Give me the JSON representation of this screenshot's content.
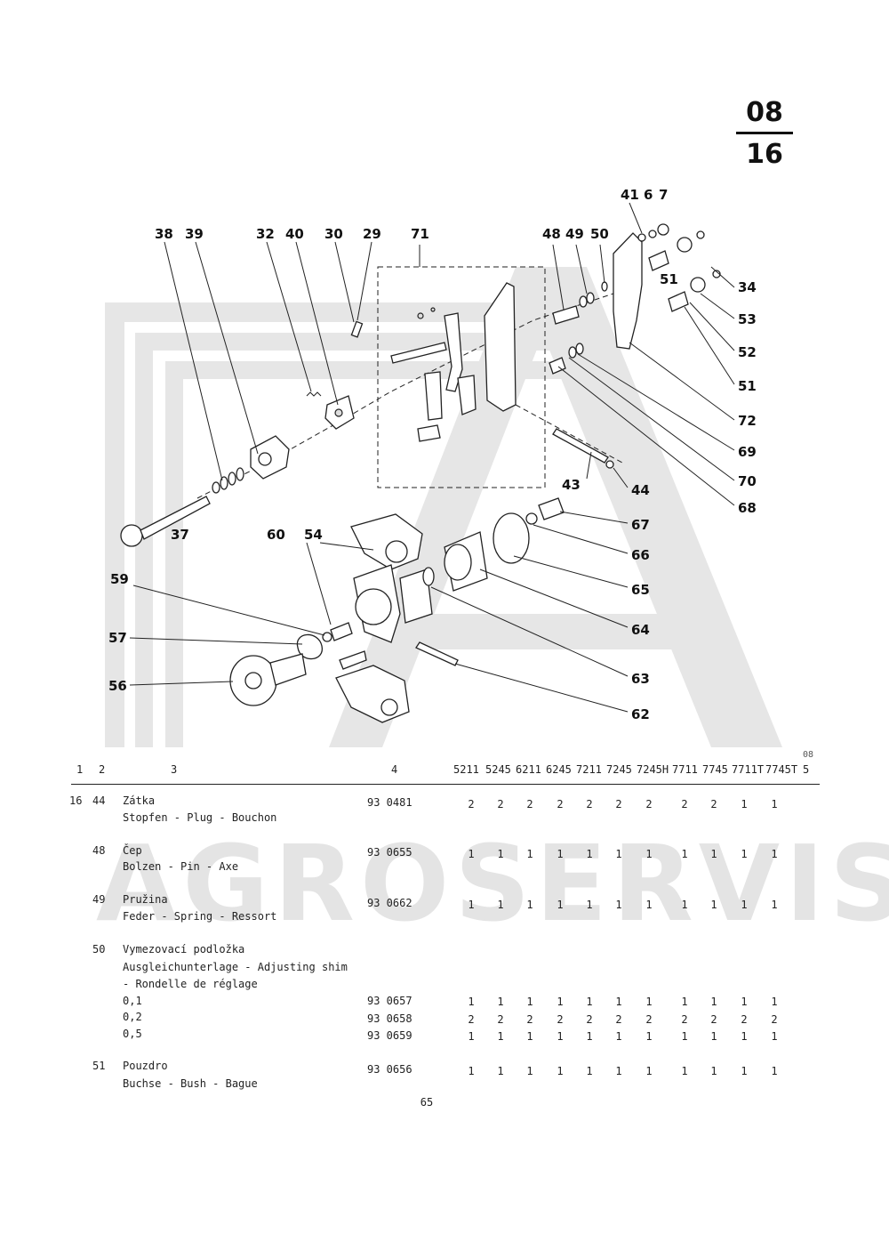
{
  "section": {
    "top": "08",
    "bottom": "16"
  },
  "watermark": "AGROSERVIS",
  "callouts": [
    "38",
    "39",
    "32",
    "40",
    "30",
    "29",
    "71",
    "48",
    "49",
    "50",
    "41",
    "6",
    "7",
    "34",
    "53",
    "52",
    "51",
    "51",
    "72",
    "69",
    "70",
    "68",
    "43",
    "44",
    "37",
    "60",
    "54",
    "67",
    "66",
    "65",
    "64",
    "63",
    "62",
    "59",
    "57",
    "56"
  ],
  "table": {
    "col_labels": {
      "c1": "1",
      "c2": "2",
      "c3": "3",
      "c4": "4",
      "c5": "5"
    },
    "corner_mark": "08",
    "models": [
      "5211",
      "5245",
      "6211",
      "6245",
      "7211",
      "7245",
      "7245H",
      "7711",
      "7745",
      "7711T",
      "7745T"
    ],
    "rows": [
      {
        "pos": "16",
        "item": "44",
        "name": "Zátka",
        "desc": "Stopfen - Plug - Bouchon",
        "part": "93 0481",
        "qty": [
          "2",
          "2",
          "2",
          "2",
          "2",
          "2",
          "2",
          "2",
          "2",
          "1",
          "1"
        ]
      },
      {
        "pos": "",
        "item": "48",
        "name": "Čep",
        "desc": "Bolzen - Pin - Axe",
        "part": "93 0655",
        "qty": [
          "1",
          "1",
          "1",
          "1",
          "1",
          "1",
          "1",
          "1",
          "1",
          "1",
          "1"
        ]
      },
      {
        "pos": "",
        "item": "49",
        "name": "Pružina",
        "desc": "Feder - Spring - Ressort",
        "part": "93 0662",
        "qty": [
          "1",
          "1",
          "1",
          "1",
          "1",
          "1",
          "1",
          "1",
          "1",
          "1",
          "1"
        ]
      },
      {
        "pos": "",
        "item": "50",
        "name": "Vymezovací podložka",
        "desc": "Ausgleichunterlage - Adjusting shim",
        "desc2": "- Rondelle de réglage",
        "variants": [
          {
            "size": "0,1",
            "part": "93 0657",
            "qty": [
              "1",
              "1",
              "1",
              "1",
              "1",
              "1",
              "1",
              "1",
              "1",
              "1",
              "1"
            ]
          },
          {
            "size": "0,2",
            "part": "93 0658",
            "qty": [
              "2",
              "2",
              "2",
              "2",
              "2",
              "2",
              "2",
              "2",
              "2",
              "2",
              "2"
            ]
          },
          {
            "size": "0,5",
            "part": "93 0659",
            "qty": [
              "1",
              "1",
              "1",
              "1",
              "1",
              "1",
              "1",
              "1",
              "1",
              "1",
              "1"
            ]
          }
        ]
      },
      {
        "pos": "",
        "item": "51",
        "name": "Pouzdro",
        "desc": "Buchse - Bush - Bague",
        "part": "93 0656",
        "qty": [
          "1",
          "1",
          "1",
          "1",
          "1",
          "1",
          "1",
          "1",
          "1",
          "1",
          "1"
        ]
      }
    ]
  },
  "page_number": "65"
}
